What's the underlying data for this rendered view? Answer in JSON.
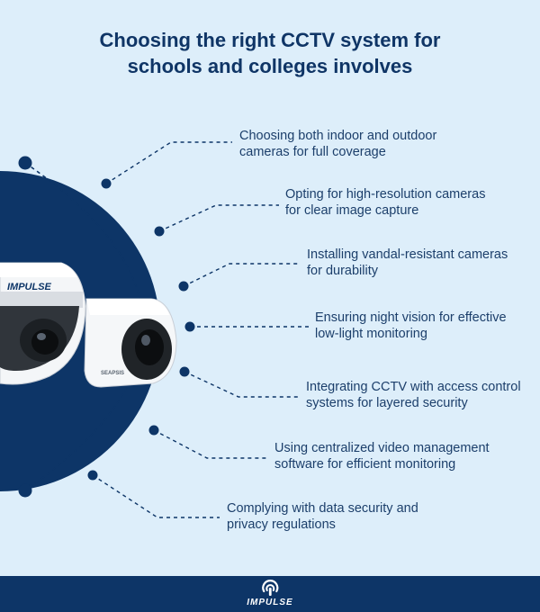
{
  "title": {
    "line1": "Choosing the right CCTV system for",
    "line2": "schools and colleges involves"
  },
  "items": [
    {
      "line1": "Choosing both indoor and outdoor",
      "line2": "cameras for full coverage"
    },
    {
      "line1": "Opting for high-resolution cameras",
      "line2": "for clear image capture"
    },
    {
      "line1": "Installing vandal-resistant cameras",
      "line2": "for durability"
    },
    {
      "line1": "Ensuring night vision for effective",
      "line2": "low-light monitoring"
    },
    {
      "line1": "Integrating CCTV with access control",
      "line2": "systems for layered security"
    },
    {
      "line1": "Using centralized video management",
      "line2": "software for efficient monitoring"
    },
    {
      "line1": "Complying with data security and",
      "line2": "privacy regulations"
    }
  ],
  "camera_labels": {
    "dome_brand": "IMPULSE",
    "bullet_brand": "SEAPSIS"
  },
  "footer": {
    "brand": "IMPULSE"
  },
  "colors": {
    "background": "#ddeefa",
    "navy": "#0d3567",
    "text": "#1c3f6b",
    "title": "#0f3566"
  },
  "icons": {
    "footer_logo": "impulse-signal-icon"
  }
}
